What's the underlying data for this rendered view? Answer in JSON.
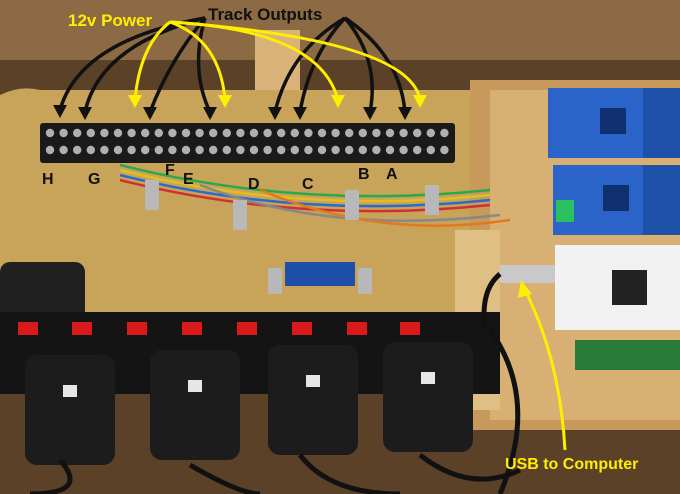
{
  "labels": {
    "power": "12v Power",
    "track_outputs": "Track Outputs",
    "usb": "USB to Computer",
    "letters": {
      "H": "H",
      "G": "G",
      "F": "F",
      "E": "E",
      "D": "D",
      "C": "C",
      "B": "B",
      "A": "A"
    }
  },
  "colors": {
    "annotation_yellow": "#ffee00",
    "annotation_black": "#111111",
    "board": "#c8a35a",
    "terminal": "#1a1a1a",
    "switch_red": "#d81a1a",
    "pcb_blue": "#2a64c8",
    "pcb_white": "#f2f2f2",
    "wood": "#c79a5c"
  }
}
